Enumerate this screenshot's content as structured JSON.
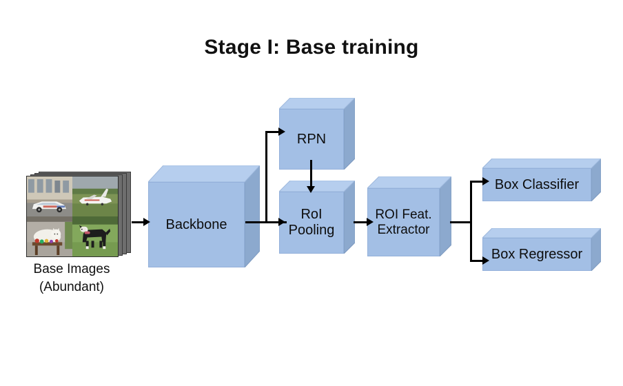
{
  "slide": {
    "title": "Stage I: Base training",
    "background_color": "#ffffff"
  },
  "palette": {
    "box_front": "#A3BFE5",
    "box_top": "#B6CEEE",
    "box_side": "#8CA9CE",
    "arrow": "#000000",
    "text": "#111111"
  },
  "input": {
    "name": "base-images-stack",
    "caption_line1": "Base Images",
    "caption_line2": "(Abundant)",
    "photos": [
      {
        "id": "photo-police-car",
        "alt": "white police car in front of beige building"
      },
      {
        "id": "photo-airplane",
        "alt": "white private jet airplane on grass runway"
      },
      {
        "id": "photo-cat",
        "alt": "white cat lying on wooden bench with flowers"
      },
      {
        "id": "photo-dog",
        "alt": "black and white border collie dog on green grass"
      }
    ]
  },
  "blocks": [
    {
      "id": "backbone",
      "label": "Backbone"
    },
    {
      "id": "rpn",
      "label": "RPN"
    },
    {
      "id": "roi-pooling",
      "label": "RoI\nPooling"
    },
    {
      "id": "roi-feat-extractor",
      "label": "ROI Feat.\nExtractor"
    },
    {
      "id": "box-classifier",
      "label": "Box Classifier"
    },
    {
      "id": "box-regressor",
      "label": "Box Regressor"
    }
  ],
  "connections": [
    {
      "id": "conn-images-to-backbone",
      "from": "base-images-stack",
      "to": "backbone"
    },
    {
      "id": "conn-backbone-to-rpn",
      "from": "backbone",
      "to": "rpn"
    },
    {
      "id": "conn-backbone-to-roipool",
      "from": "backbone",
      "to": "roi-pooling"
    },
    {
      "id": "conn-rpn-to-roipool",
      "from": "rpn",
      "to": "roi-pooling"
    },
    {
      "id": "conn-roipool-to-extractor",
      "from": "roi-pooling",
      "to": "roi-feat-extractor"
    },
    {
      "id": "conn-extractor-to-classifier",
      "from": "roi-feat-extractor",
      "to": "box-classifier"
    },
    {
      "id": "conn-extractor-to-regressor",
      "from": "roi-feat-extractor",
      "to": "box-regressor"
    }
  ]
}
